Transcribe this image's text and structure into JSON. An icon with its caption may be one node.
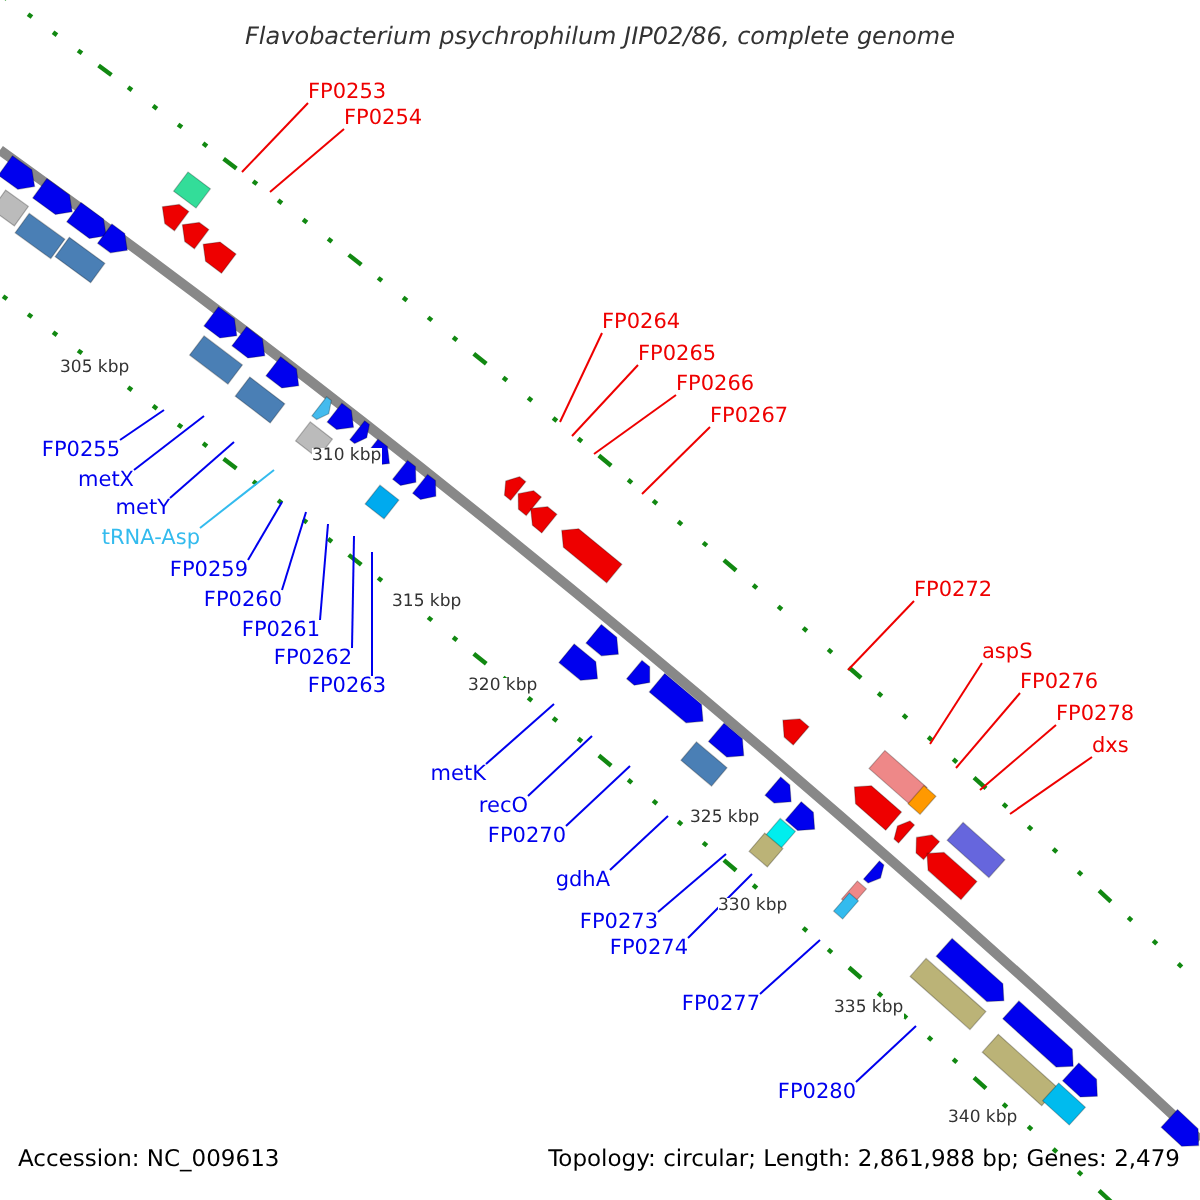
{
  "diagram": {
    "title": "Flavobacterium psychrophilum JIP02/86, complete genome",
    "nodes": [
      {
        "text": [
          "FP0253"
        ]
      },
      {
        "text": [
          "FP0254"
        ]
      },
      {
        "text": [
          "FP0264"
        ]
      },
      {
        "text": [
          "FP0265"
        ]
      },
      {
        "text": [
          "FP0266"
        ]
      },
      {
        "text": [
          "FP0267"
        ]
      },
      {
        "text": [
          "FP0255"
        ]
      },
      {
        "text": [
          "metX"
        ]
      },
      {
        "text": [
          "metY"
        ]
      },
      {
        "text": [
          "tRNA-Asp"
        ]
      },
      {
        "text": [
          "FP0259"
        ]
      },
      {
        "text": [
          "FP0260"
        ]
      },
      {
        "text": [
          "FP0261"
        ]
      },
      {
        "text": [
          "FP0262"
        ]
      },
      {
        "text": [
          "FP0263"
        ]
      },
      {
        "text": [
          "FP0272"
        ]
      },
      {
        "text": [
          "aspS"
        ]
      },
      {
        "text": [
          "FP0276"
        ]
      },
      {
        "text": [
          "FP0278"
        ]
      },
      {
        "text": [
          "dxs"
        ]
      },
      {
        "text": [
          "metK"
        ]
      },
      {
        "text": [
          "recO"
        ]
      },
      {
        "text": [
          "FP0270"
        ]
      },
      {
        "text": [
          "gdhA"
        ]
      },
      {
        "text": [
          "FP0273"
        ]
      },
      {
        "text": [
          "FP0274"
        ]
      },
      {
        "text": [
          "FP0277"
        ]
      },
      {
        "text": [
          "FP0280"
        ]
      }
    ],
    "edges": [
      {
        "from": 0,
        "to": null,
        "arrow": "none",
        "color": "#ee0000"
      },
      {
        "from": 1,
        "to": null,
        "arrow": "none",
        "color": "#ee0000"
      },
      {
        "from": 2,
        "to": null,
        "arrow": "none",
        "color": "#ee0000"
      },
      {
        "from": 3,
        "to": null,
        "arrow": "none",
        "color": "#ee0000"
      },
      {
        "from": 4,
        "to": null,
        "arrow": "none",
        "color": "#ee0000"
      },
      {
        "from": 5,
        "to": null,
        "arrow": "none",
        "color": "#ee0000"
      },
      {
        "from": 6,
        "to": null,
        "arrow": "none"
      },
      {
        "from": 7,
        "to": null,
        "arrow": "none"
      },
      {
        "from": 8,
        "to": null,
        "arrow": "none"
      },
      {
        "from": 9,
        "to": null,
        "arrow": "none",
        "color": "#33bbee"
      },
      {
        "from": 10,
        "to": null,
        "arrow": "none"
      },
      {
        "from": 11,
        "to": null,
        "arrow": "none"
      },
      {
        "from": 12,
        "to": null,
        "arrow": "none"
      },
      {
        "from": 13,
        "to": null,
        "arrow": "none"
      },
      {
        "from": 14,
        "to": null,
        "arrow": "none"
      },
      {
        "from": 15,
        "to": null,
        "arrow": "none",
        "color": "#ee0000"
      },
      {
        "from": 16,
        "to": null,
        "arrow": "none",
        "color": "#ee0000"
      },
      {
        "from": 17,
        "to": null,
        "arrow": "none",
        "color": "#ee0000"
      },
      {
        "from": 18,
        "to": null,
        "arrow": "none",
        "color": "#ee0000"
      },
      {
        "from": 19,
        "to": null,
        "arrow": "none",
        "color": "#ee0000"
      },
      {
        "from": 20,
        "to": null,
        "arrow": "none"
      },
      {
        "from": 21,
        "to": null,
        "arrow": "none"
      },
      {
        "from": 22,
        "to": null,
        "arrow": "none"
      },
      {
        "from": 23,
        "to": null,
        "arrow": "none"
      },
      {
        "from": 24,
        "to": null,
        "arrow": "none"
      },
      {
        "from": 25,
        "to": null,
        "arrow": "none"
      },
      {
        "from": 26,
        "to": null,
        "arrow": "none"
      },
      {
        "from": 27,
        "to": null,
        "arrow": "none"
      }
    ],
    "labels": [
      "305 kbp",
      "310 kbp",
      "315 kbp",
      "320 kbp",
      "325 kbp",
      "330 kbp",
      "335 kbp",
      "340 kbp",
      "Accession: NC_009613",
      "Topology: circular; Length: 2,861,988 bp; Genes: 2,479"
    ]
  }
}
